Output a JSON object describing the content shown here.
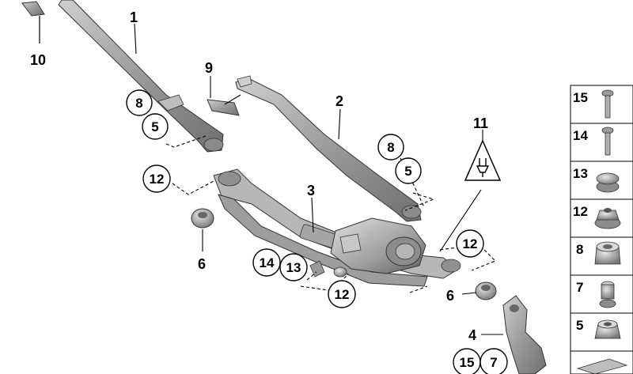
{
  "diagram": {
    "labels": {
      "l1": "1",
      "l2": "2",
      "l3": "3",
      "l4": "4",
      "l6a": "6",
      "l6b": "6",
      "l9": "9",
      "l10": "10",
      "l11": "11"
    },
    "circles": {
      "c8a": "8",
      "c5a": "5",
      "c12a": "12",
      "c8b": "8",
      "c5b": "5",
      "c12b": "12",
      "c14": "14",
      "c13": "13",
      "c12c": "12",
      "c15": "15",
      "c7": "7"
    }
  },
  "legend": {
    "items": [
      "15",
      "14",
      "13",
      "12",
      "8",
      "7",
      "5"
    ]
  },
  "colors": {
    "part_fill": "#a9a9a9",
    "part_dark": "#6e6e6e",
    "line": "#000000"
  }
}
